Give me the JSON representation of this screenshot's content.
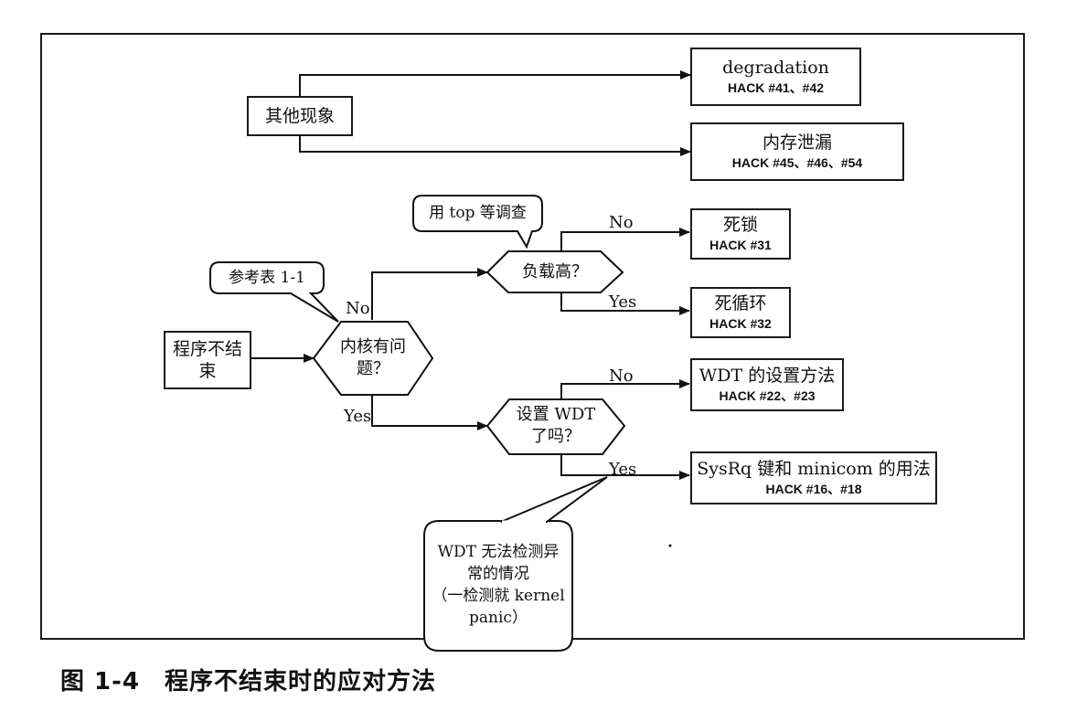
{
  "nodes": {
    "other": "其他现象",
    "degradation": "degradation",
    "degradation_ref": "HACK #41、#42",
    "memleak": "内存泄漏",
    "memleak_ref": "HACK #45、#46、#54",
    "start": "程序不结\n束",
    "kernel": "内核有问\n题？",
    "load": "负载高？",
    "wdt_set": "设置 WDT\n了吗？",
    "deadlock": "死锁",
    "deadlock_ref": "HACK #31",
    "infloop": "死循环",
    "infloop_ref": "HACK #32",
    "wdt_method": "WDT 的设置方法",
    "wdt_method_ref": "HACK #22、#23",
    "sysrq": "SysRq 键和 minicom 的用法",
    "sysrq_ref": "HACK #16、#18"
  },
  "callouts": {
    "top": "用 top 等调查",
    "table": "参考表 1-1",
    "wdt_fail": "WDT 无法检测异\n常的情况\n（一检测就 kernel\npanic）"
  },
  "edge_labels": {
    "kernel_no": "No",
    "kernel_yes": "Yes",
    "load_no": "No",
    "load_yes": "Yes",
    "wdt_no": "No",
    "wdt_yes": "Yes"
  },
  "caption": "图 1-4　程序不结束时的应对方法"
}
